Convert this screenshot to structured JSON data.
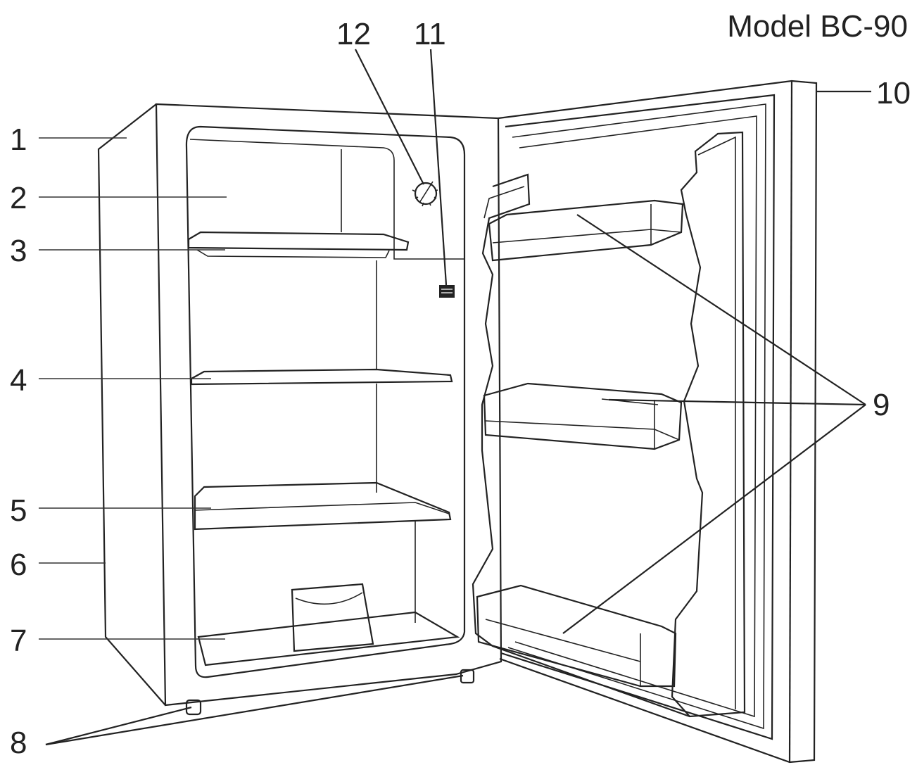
{
  "title": "Model BC-90",
  "callouts": {
    "c1": "1",
    "c2": "2",
    "c3": "3",
    "c4": "4",
    "c5": "5",
    "c6": "6",
    "c7": "7",
    "c8": "8",
    "c9": "9",
    "c10": "10",
    "c11": "11",
    "c12": "12"
  },
  "colors": {
    "ink": "#222222",
    "background": "#ffffff"
  }
}
